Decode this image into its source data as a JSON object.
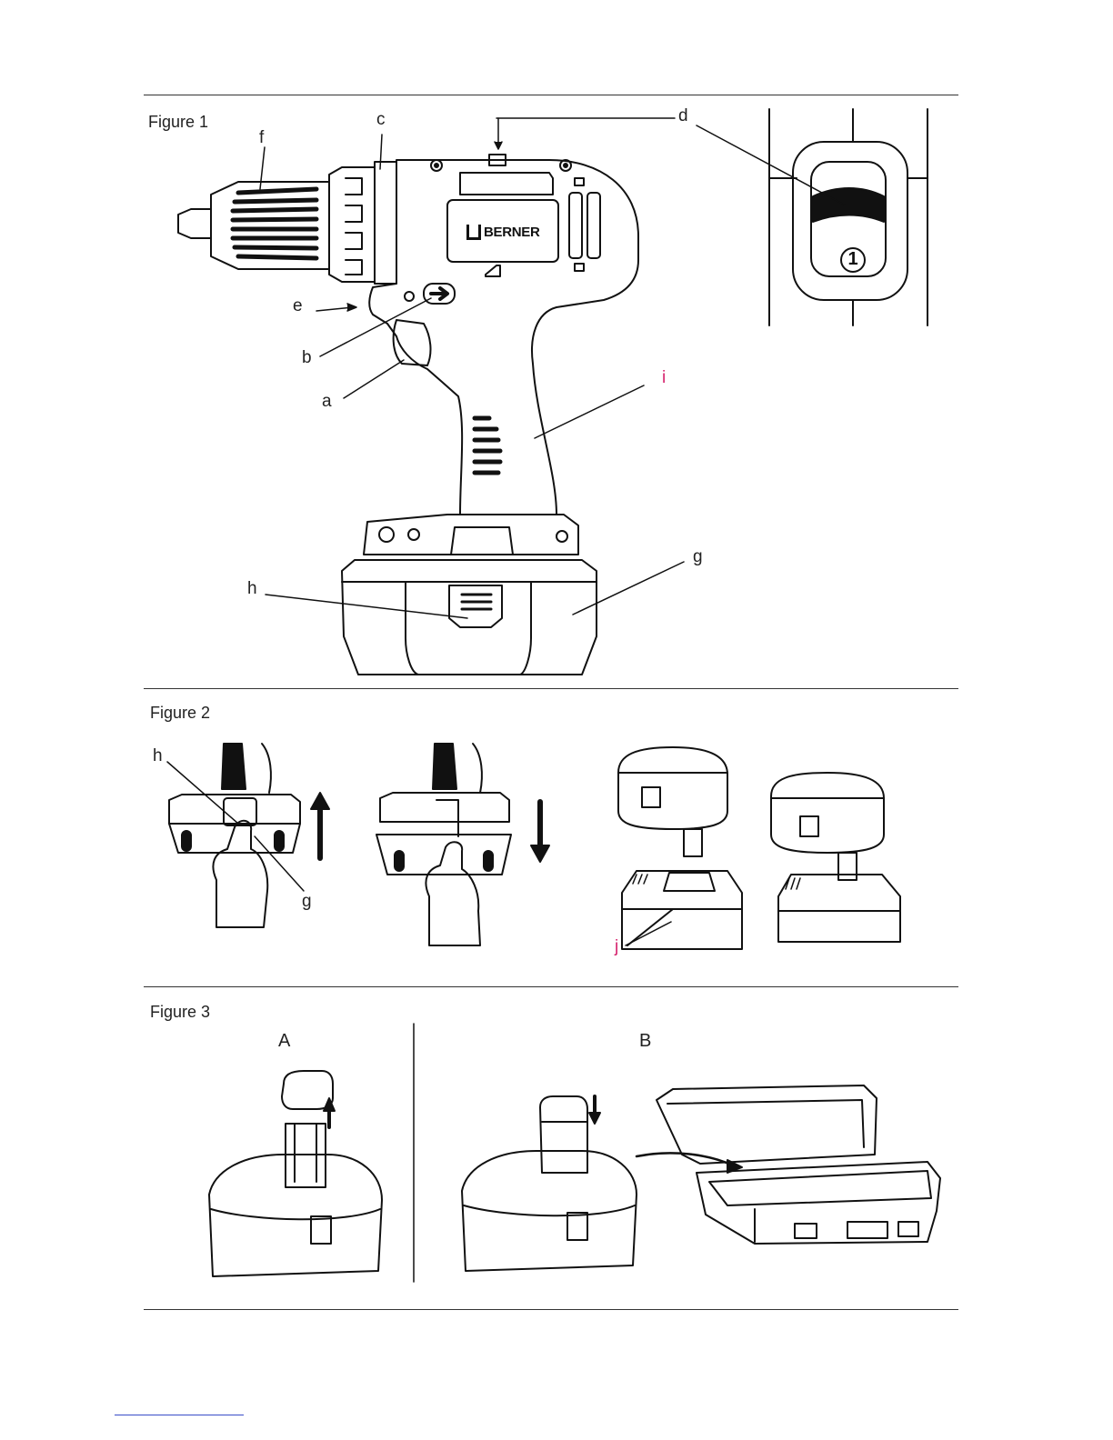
{
  "figure1": {
    "title": "Figure 1",
    "brand": "BERNER",
    "speed_number": "1",
    "labels": {
      "a": "a",
      "b": "b",
      "c": "c",
      "d": "d",
      "e": "e",
      "f": "f",
      "g": "g",
      "h": "h",
      "i": "i"
    }
  },
  "figure2": {
    "title": "Figure 2",
    "labels": {
      "h": "h",
      "g": "g",
      "j": "j"
    }
  },
  "figure3": {
    "title": "Figure 3",
    "panel_a": "A",
    "panel_b": "B"
  },
  "colors": {
    "rule": "#333333",
    "callout_highlight": "#d6246e",
    "link": "#3a4cc8"
  }
}
